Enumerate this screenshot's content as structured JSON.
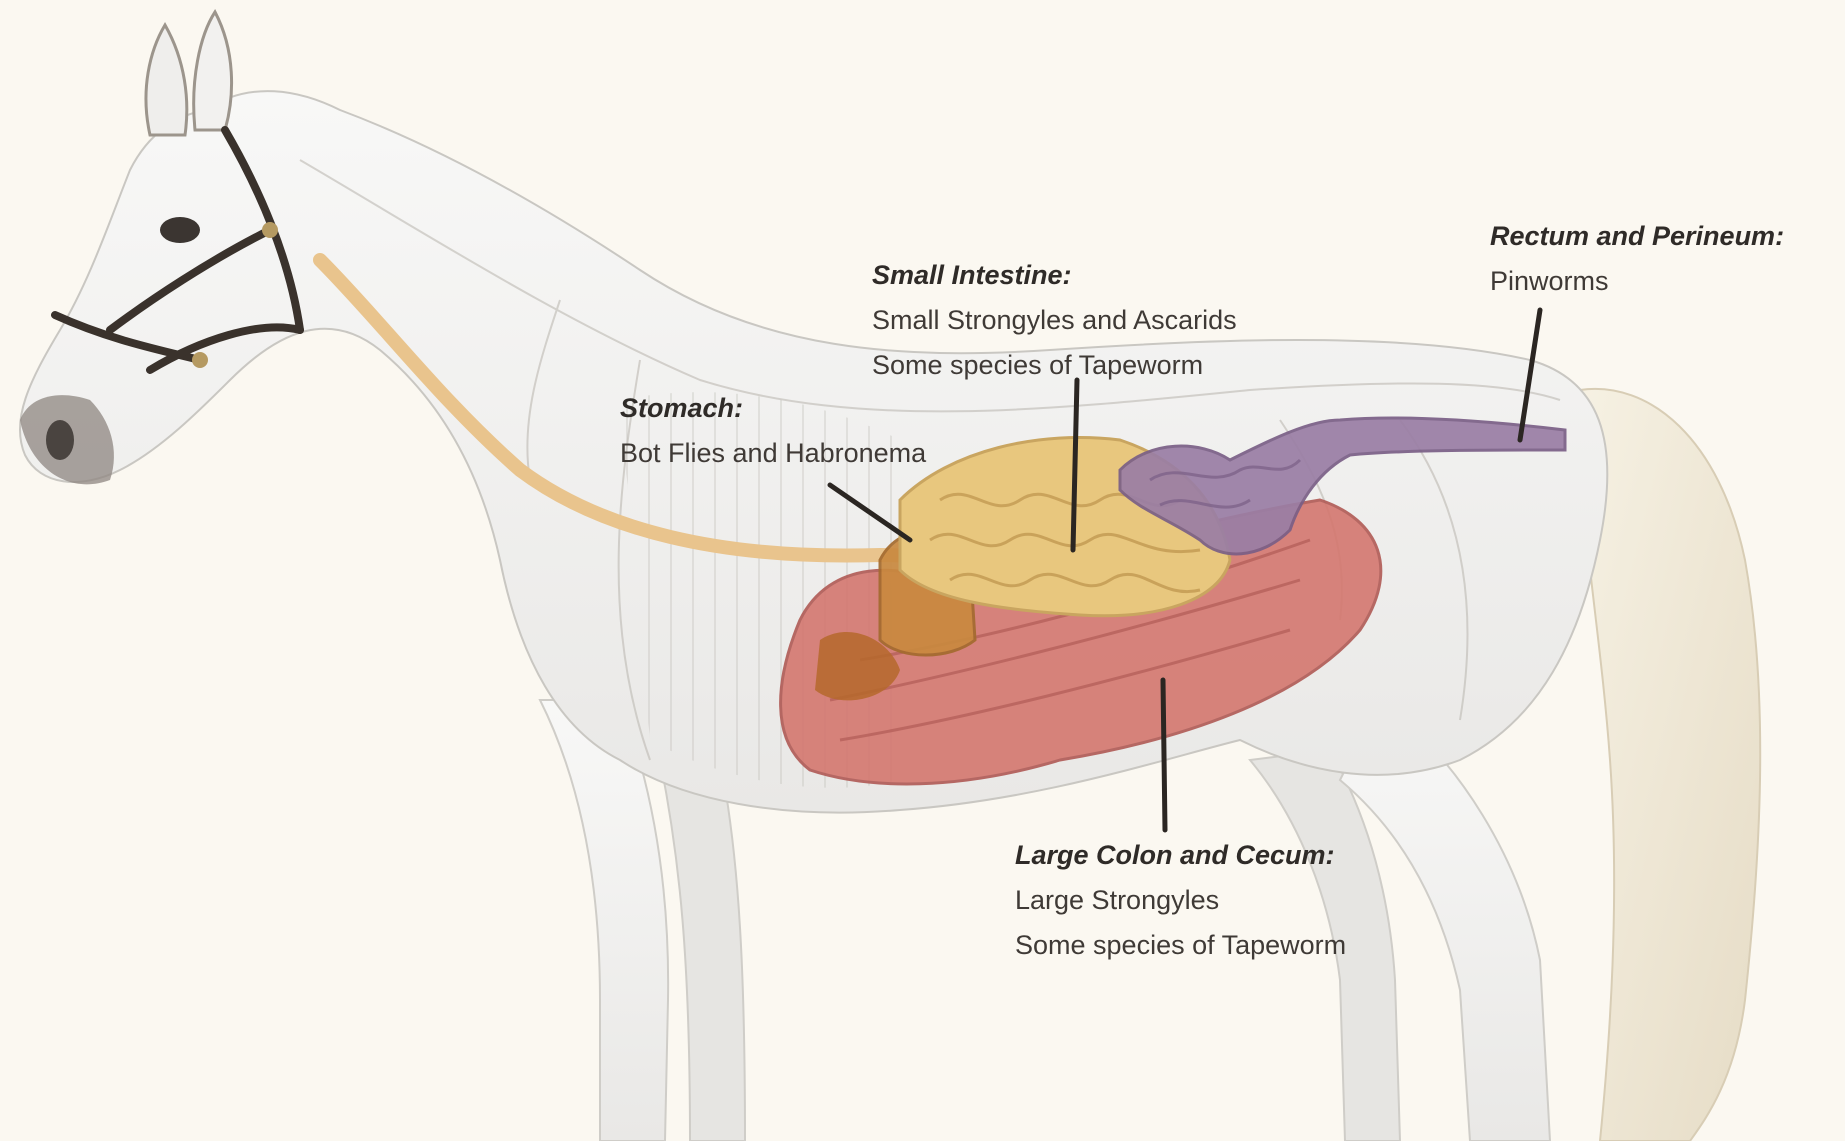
{
  "labels": {
    "stomach": {
      "title": "Stomach:",
      "lines": [
        "Bot Flies and Habronema"
      ]
    },
    "small_intestine": {
      "title": "Small Intestine:",
      "lines": [
        "Small Strongyles and Ascarids",
        "Some species of Tapeworm"
      ]
    },
    "rectum": {
      "title": "Rectum and Perineum:",
      "lines": [
        "Pinworms"
      ]
    },
    "large_colon": {
      "title": "Large Colon and Cecum:",
      "lines": [
        "Large Strongyles",
        "Some species of Tapeworm"
      ]
    }
  },
  "colors": {
    "background": "#fbf8f1",
    "horse_body": "#f4f3f1",
    "esophagus": "#e9c48d",
    "stomach": "#c9893f",
    "small_intestine": "#e8c77e",
    "large_colon": "#d4776f",
    "rectum": "#9a7ea5",
    "leader_line": "#2b2622"
  },
  "icons": [
    "horse-illustration",
    "halter",
    "skeleton-outline"
  ]
}
